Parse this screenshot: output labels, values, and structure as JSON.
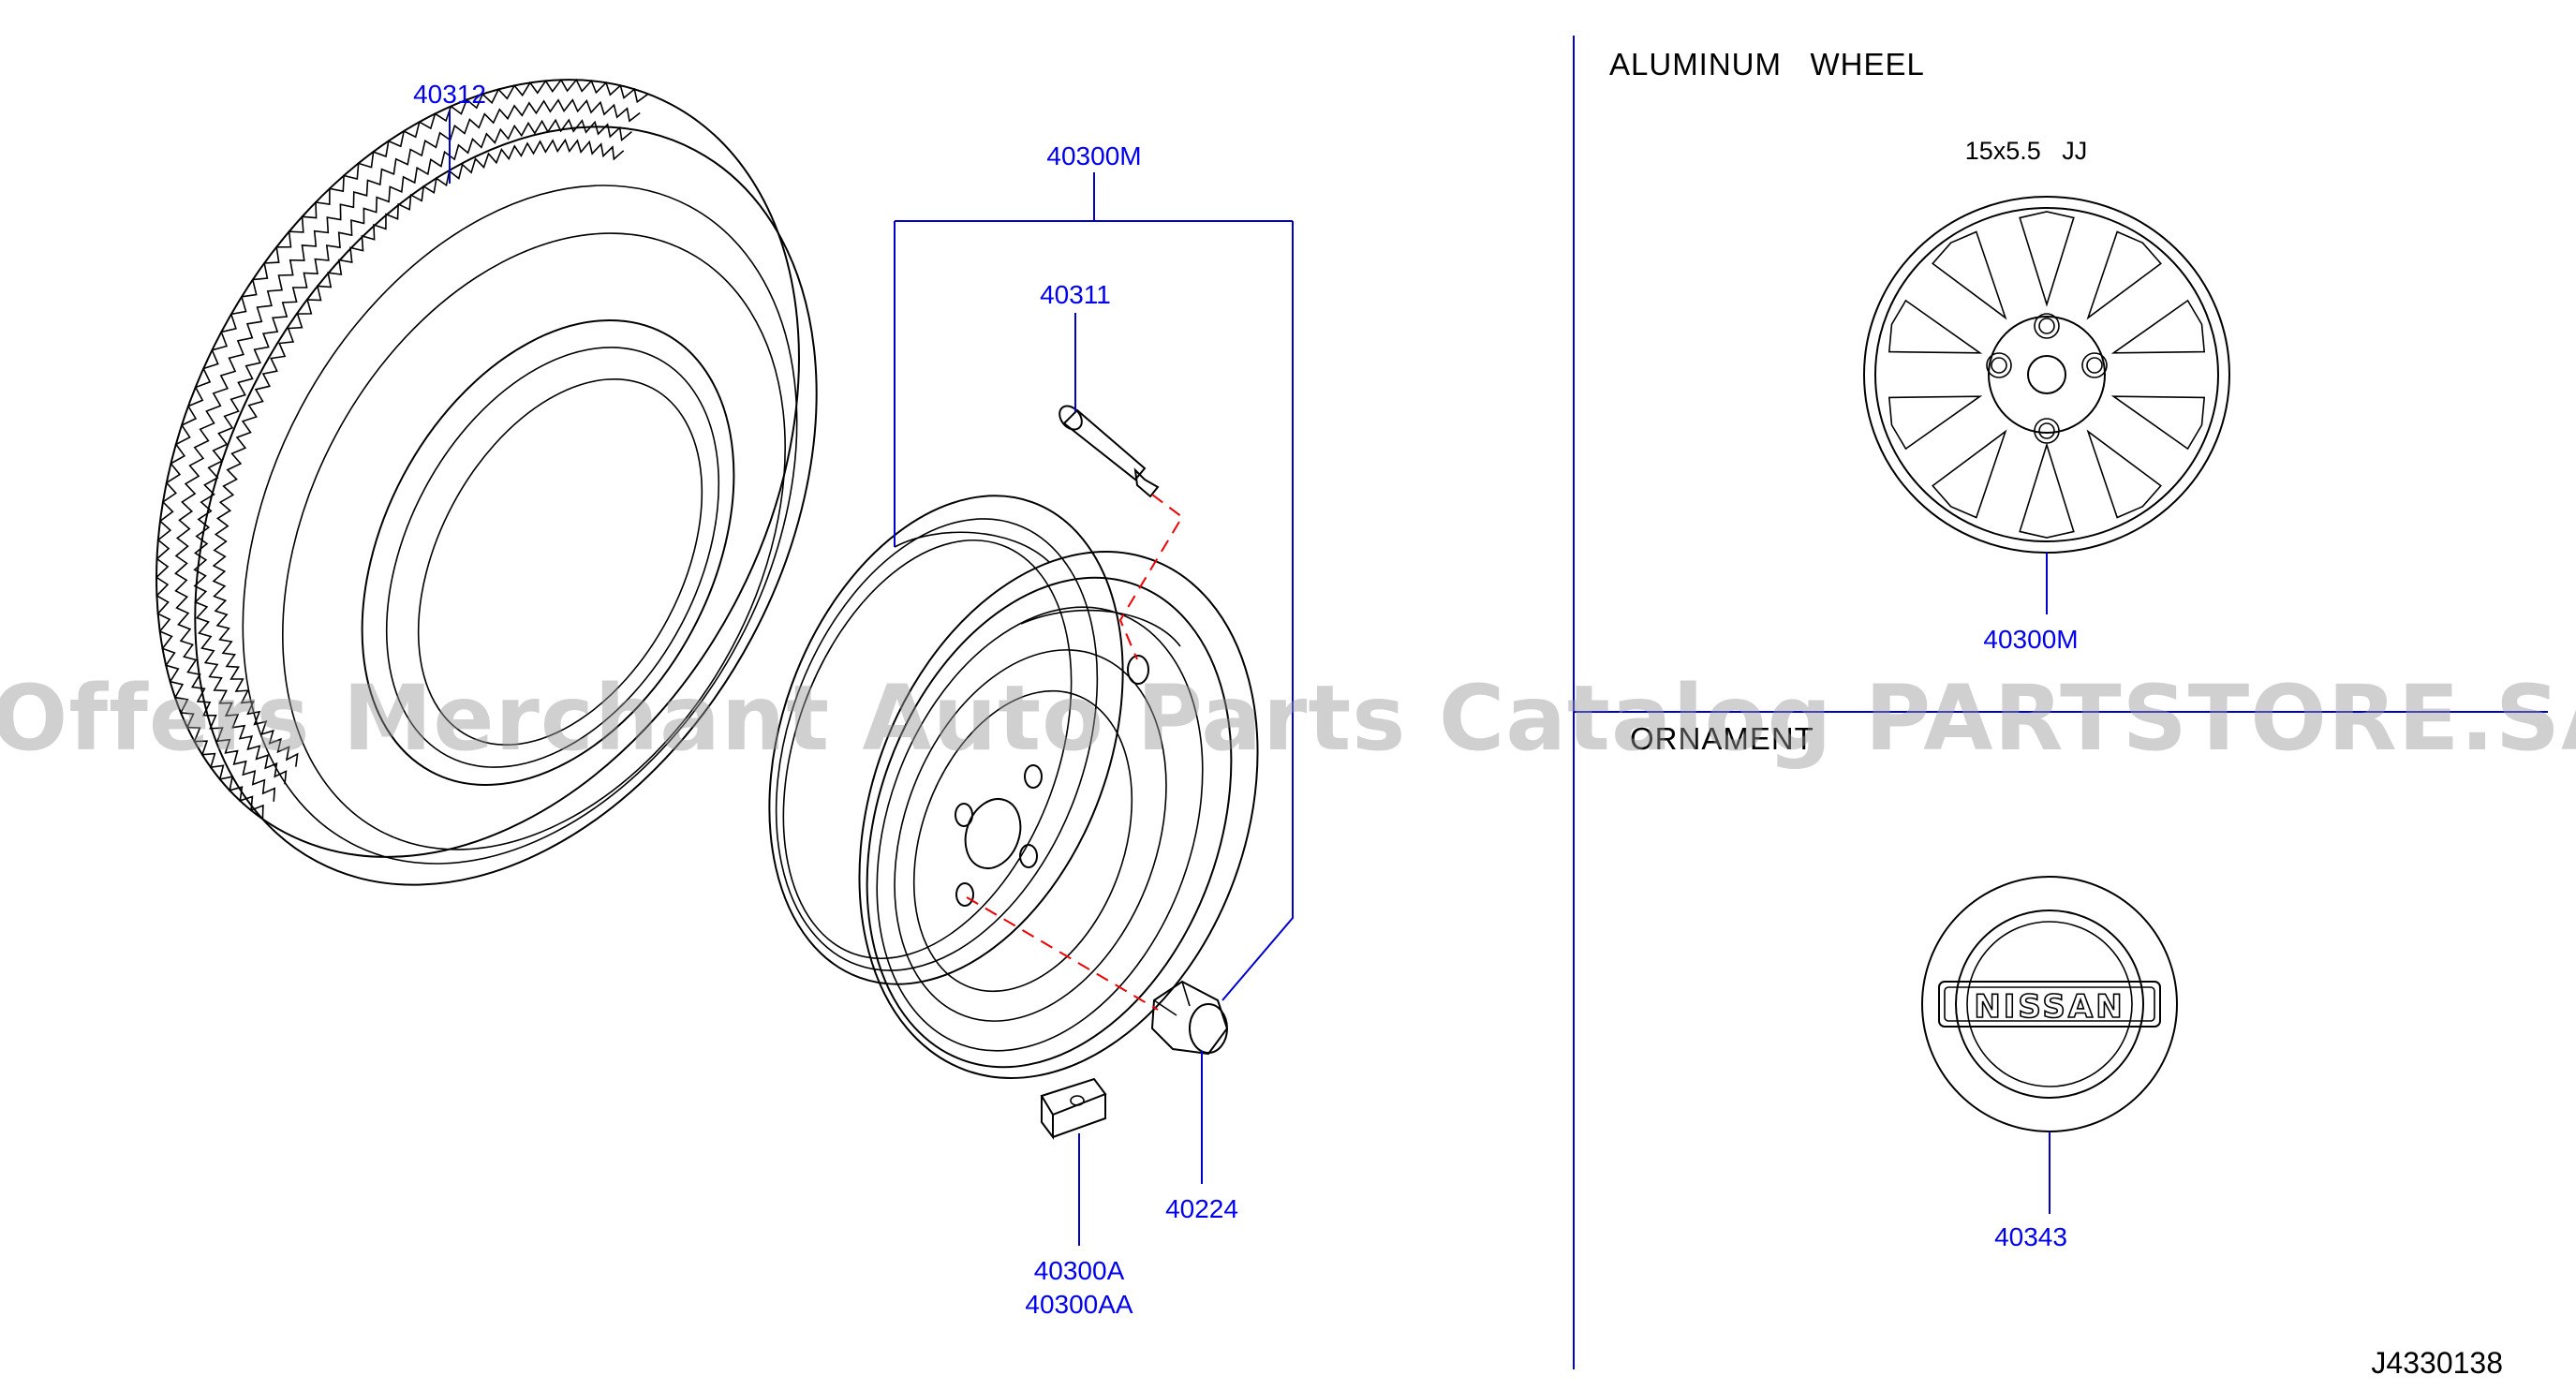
{
  "section_titles": {
    "aluminum_wheel": "ALUMINUM   WHEEL",
    "wheel_size": "15x5.5   JJ",
    "ornament": "ORNAMENT"
  },
  "part_numbers": {
    "tire": "40312",
    "wheel_assembly": "40300M",
    "valve": "40311",
    "nut": "40224",
    "balance_weight_1": "40300A",
    "balance_weight_2": "40300AA",
    "alu_wheel": "40300M",
    "ornament_cap": "40343"
  },
  "logo_text": "NISSAN",
  "diagram_code": "J4330138",
  "watermark": "Offers Merchant Auto Parts Catalog PARTSTORE.SA",
  "colors": {
    "part_number": "#0000ee",
    "leader": "#0000cc",
    "assembly_dash": "#ee0000",
    "watermark": "#969696"
  }
}
